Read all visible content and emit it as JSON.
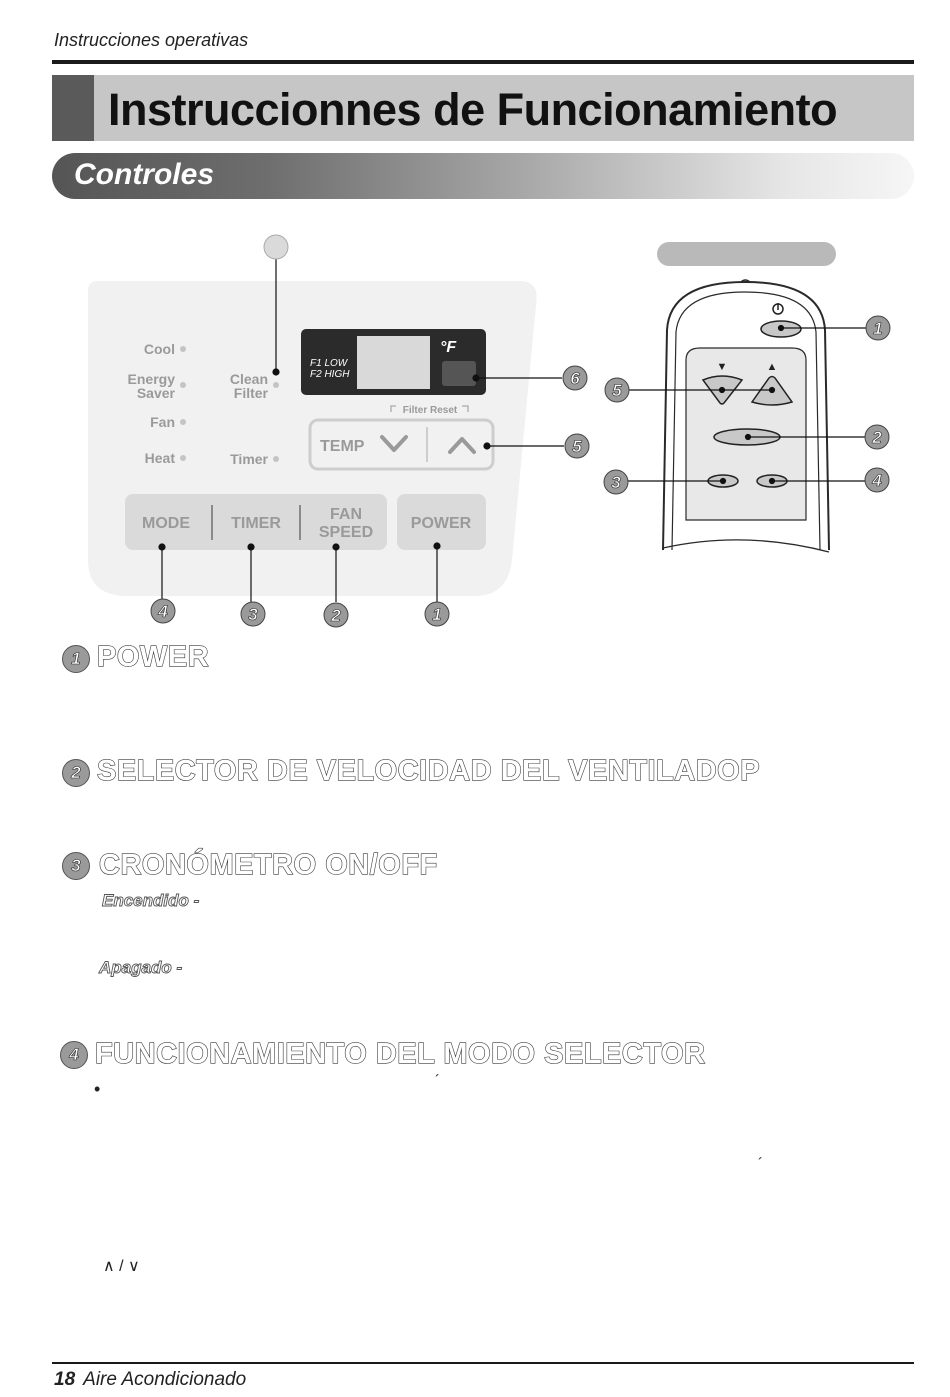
{
  "page": {
    "header": "Instrucciones operativas",
    "title": "Instruccionnes de Funcionamiento",
    "section": "Controles",
    "footer_page": "18",
    "footer_label": "Aire Acondicionado"
  },
  "panel": {
    "indicators": {
      "cool": "Cool",
      "energy_saver_1": "Energy",
      "energy_saver_2": "Saver",
      "fan": "Fan",
      "heat": "Heat",
      "clean_filter_1": "Clean",
      "clean_filter_2": "Filter",
      "timer": "Timer"
    },
    "display": {
      "unit": "°F",
      "f1": "F1 LOW",
      "f2": "F2 HIGH"
    },
    "filter_reset": "Filter Reset",
    "temp": "TEMP",
    "buttons": {
      "mode": "MODE",
      "timer": "TIMER",
      "fan_1": "FAN",
      "fan_2": "SPEED",
      "power": "POWER"
    },
    "callouts": [
      "4",
      "3",
      "2",
      "1",
      "6",
      "5"
    ]
  },
  "remote": {
    "callouts": [
      "1",
      "5",
      "2",
      "3",
      "4"
    ],
    "arrow_down": "▼",
    "arrow_up": "▲"
  },
  "sections": [
    {
      "num": "1",
      "title": "POWER"
    },
    {
      "num": "2",
      "title": "SELECTOR DE VELOCIDAD DEL VENTILADOP"
    },
    {
      "num": "3",
      "title": "CRONÓMETRO ON/OFF",
      "sub1": "Encendido -",
      "sub2": "Apagado -"
    },
    {
      "num": "4",
      "title": "FUNCIONAMIENTO DEL MODO SELECTOR",
      "bullet": "•",
      "arrows": "∧ / ∨"
    }
  ],
  "marks": {
    "acute1": "´",
    "acute2": "´"
  }
}
